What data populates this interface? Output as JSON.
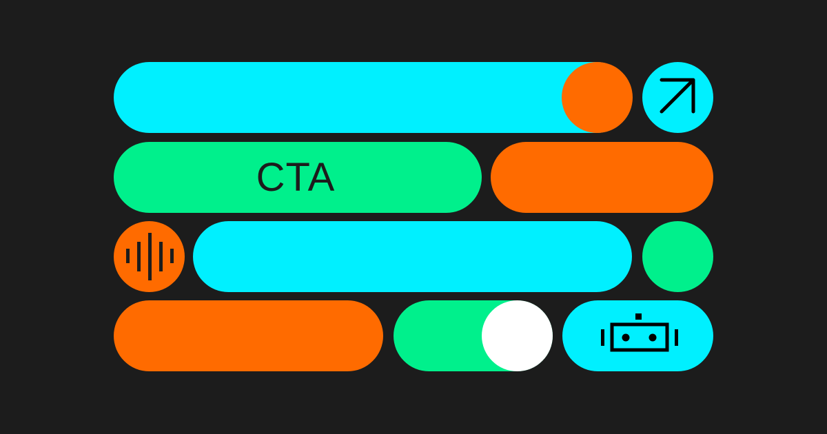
{
  "colors": {
    "background": "#1c1c1c",
    "cyan": "#00f0ff",
    "orange": "#ff6b00",
    "green": "#00f08c",
    "white": "#ffffff",
    "ink": "#1c1c1c"
  },
  "row1": {
    "progress_bar": {
      "fill": "cyan",
      "knob": "orange"
    },
    "arrow_button": {
      "icon": "arrow-up-right-icon"
    }
  },
  "row2": {
    "cta_button": {
      "label": "CTA"
    },
    "orange_pill": {}
  },
  "row3": {
    "audio_button": {
      "icon": "audio-waveform-icon"
    },
    "input_bar": {},
    "green_dot": {}
  },
  "row4": {
    "orange_pill": {},
    "toggle": {
      "state": "on"
    },
    "bot_button": {
      "icon": "robot-icon"
    }
  }
}
